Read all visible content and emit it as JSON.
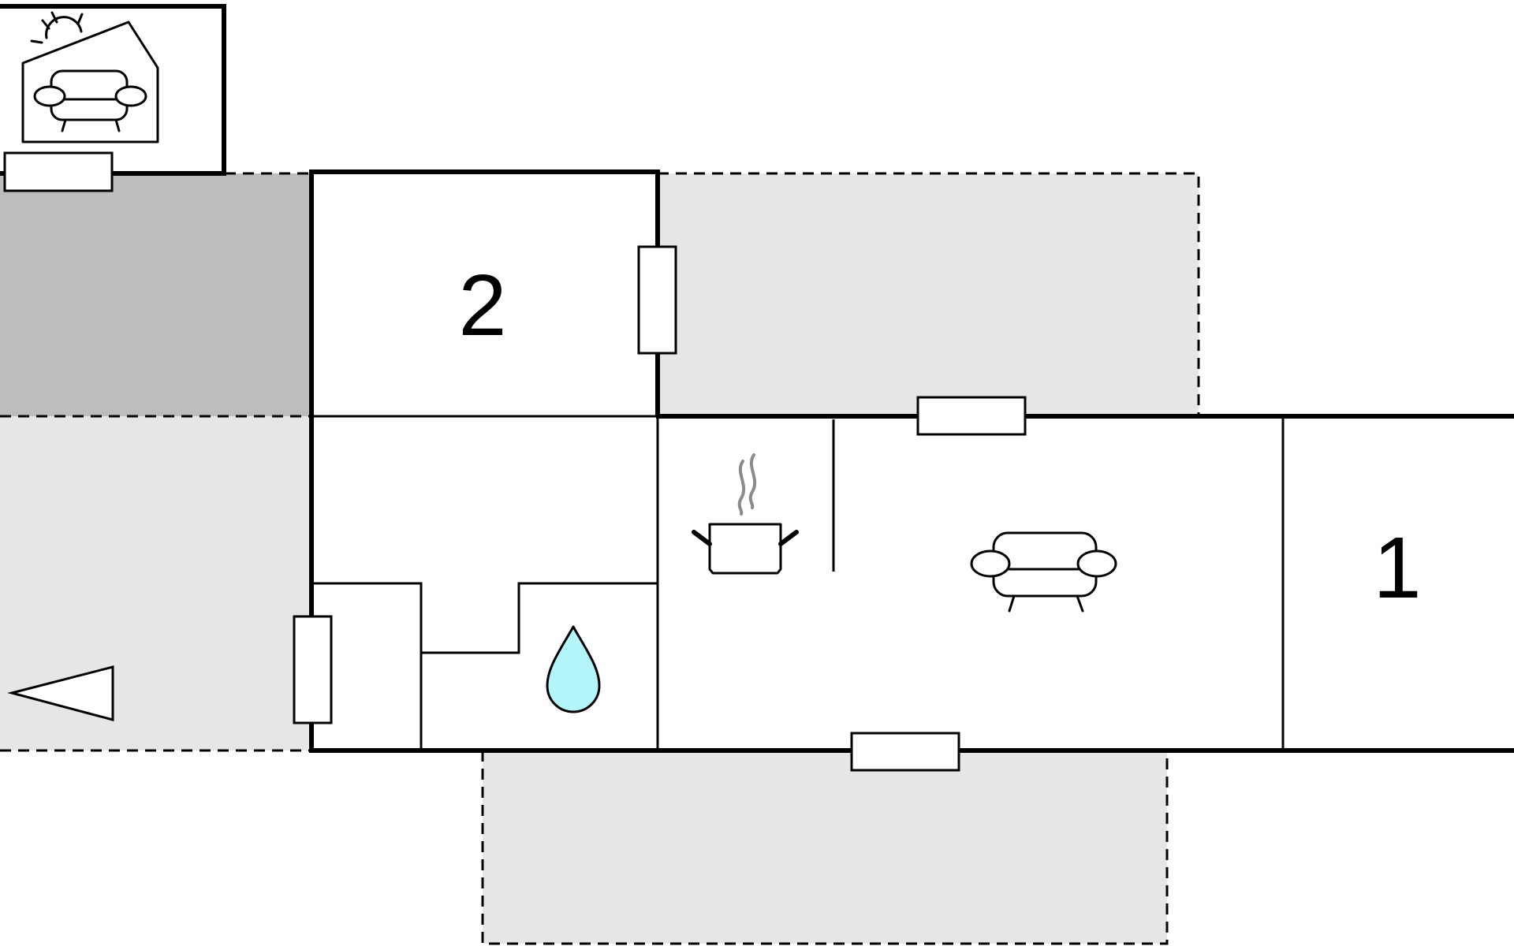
{
  "floor_plan": {
    "rooms": [
      {
        "label": "2",
        "kind": "bedroom"
      },
      {
        "label": "1",
        "kind": "bedroom"
      },
      {
        "label": "",
        "kind": "hallway"
      },
      {
        "label": "",
        "kind": "toilet"
      },
      {
        "label": "",
        "kind": "bathroom"
      },
      {
        "label": "",
        "kind": "kitchen"
      },
      {
        "label": "",
        "kind": "living-room"
      },
      {
        "label": "",
        "kind": "conservatory"
      }
    ],
    "icons": [
      "sunroom-icon",
      "pot-icon",
      "sofa-icon",
      "water-drop-icon",
      "entrance-arrow-icon"
    ],
    "colors": {
      "wall": "#000000",
      "terrace": "#e6e6e6",
      "covered_terrace": "#bdbdbd",
      "water": "#b3f5fb",
      "steam": "#8a8a8a",
      "background": "#ffffff"
    }
  }
}
